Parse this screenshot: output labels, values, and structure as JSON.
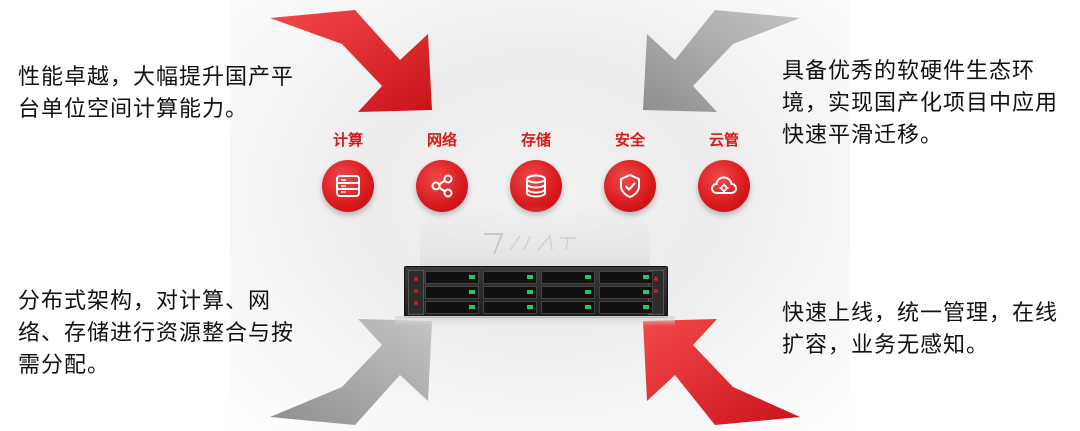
{
  "captions": {
    "top_left": "性能卓越，大幅提升国产平台单位空间计算能力。",
    "top_right": "具备优秀的软硬件生态环境，实现国产化项目中应用快速平滑迁移。",
    "bottom_left": "分布式架构，对计算、网络、存储进行资源整合与按需分配。",
    "bottom_right": "快速上线，统一管理，在线扩容，业务无感知。"
  },
  "features": [
    {
      "label": "计算",
      "icon": "server-icon"
    },
    {
      "label": "网络",
      "icon": "share-network-icon"
    },
    {
      "label": "存储",
      "icon": "database-icon"
    },
    {
      "label": "安全",
      "icon": "shield-check-icon"
    },
    {
      "label": "云管",
      "icon": "cloud-gear-icon"
    }
  ],
  "colors": {
    "accent_red": "#d7191c",
    "arrow_gray": "#a7a7a5",
    "text": "#111111"
  },
  "icons": {
    "top_left_arrow": "red-arrow-down-right-icon",
    "top_right_arrow": "gray-arrow-down-left-icon",
    "bottom_left_arrow": "gray-arrow-up-right-icon",
    "bottom_right_arrow": "red-arrow-up-left-icon"
  }
}
